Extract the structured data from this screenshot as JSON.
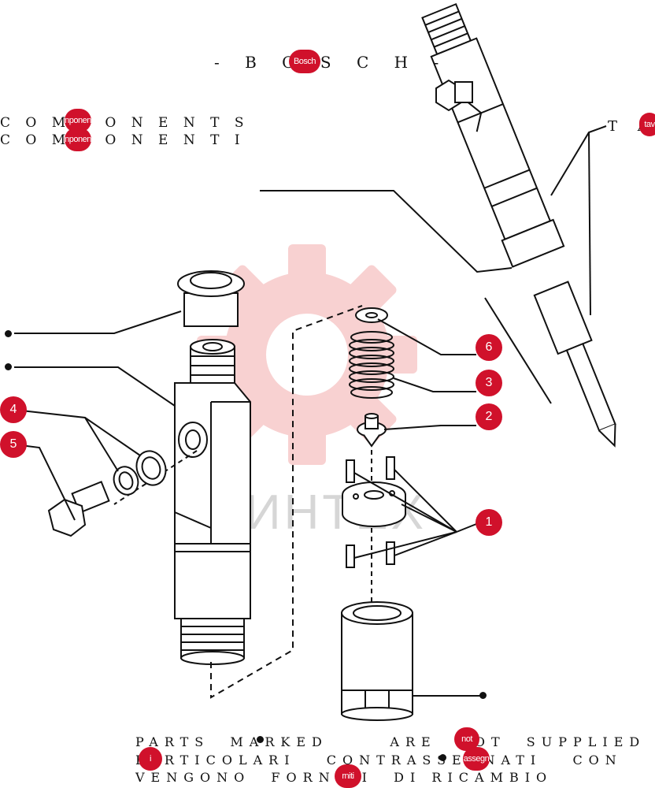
{
  "header": {
    "title": "- B O S C H -",
    "title_badge": "Bosch"
  },
  "components": {
    "line1": "C O M P O N E N T S",
    "line2": "C O M P O N E N T I",
    "badge1": "nponen",
    "badge2": "nponen"
  },
  "table_ref": {
    "text": "T A",
    "badge": "tav"
  },
  "watermark": {
    "text": "ИНТЕХ",
    "color": "#f4c6c6"
  },
  "callouts": [
    "6",
    "3",
    "2",
    "1",
    "4",
    "5"
  ],
  "footer": {
    "line1": "PARTS  MARKED      ARE  NOT  SUPPLIED",
    "line2": "PARTICOLARI   CONTRASSEGNATI   CON",
    "line3": "VENGONO  FORNITI  DI RICAMBIO",
    "badge_not": "not",
    "badge_i": "i",
    "badge_assegn": "assegn",
    "badge_forniti": "rniti"
  },
  "colors": {
    "accent": "#d0112b",
    "line": "#111111"
  }
}
